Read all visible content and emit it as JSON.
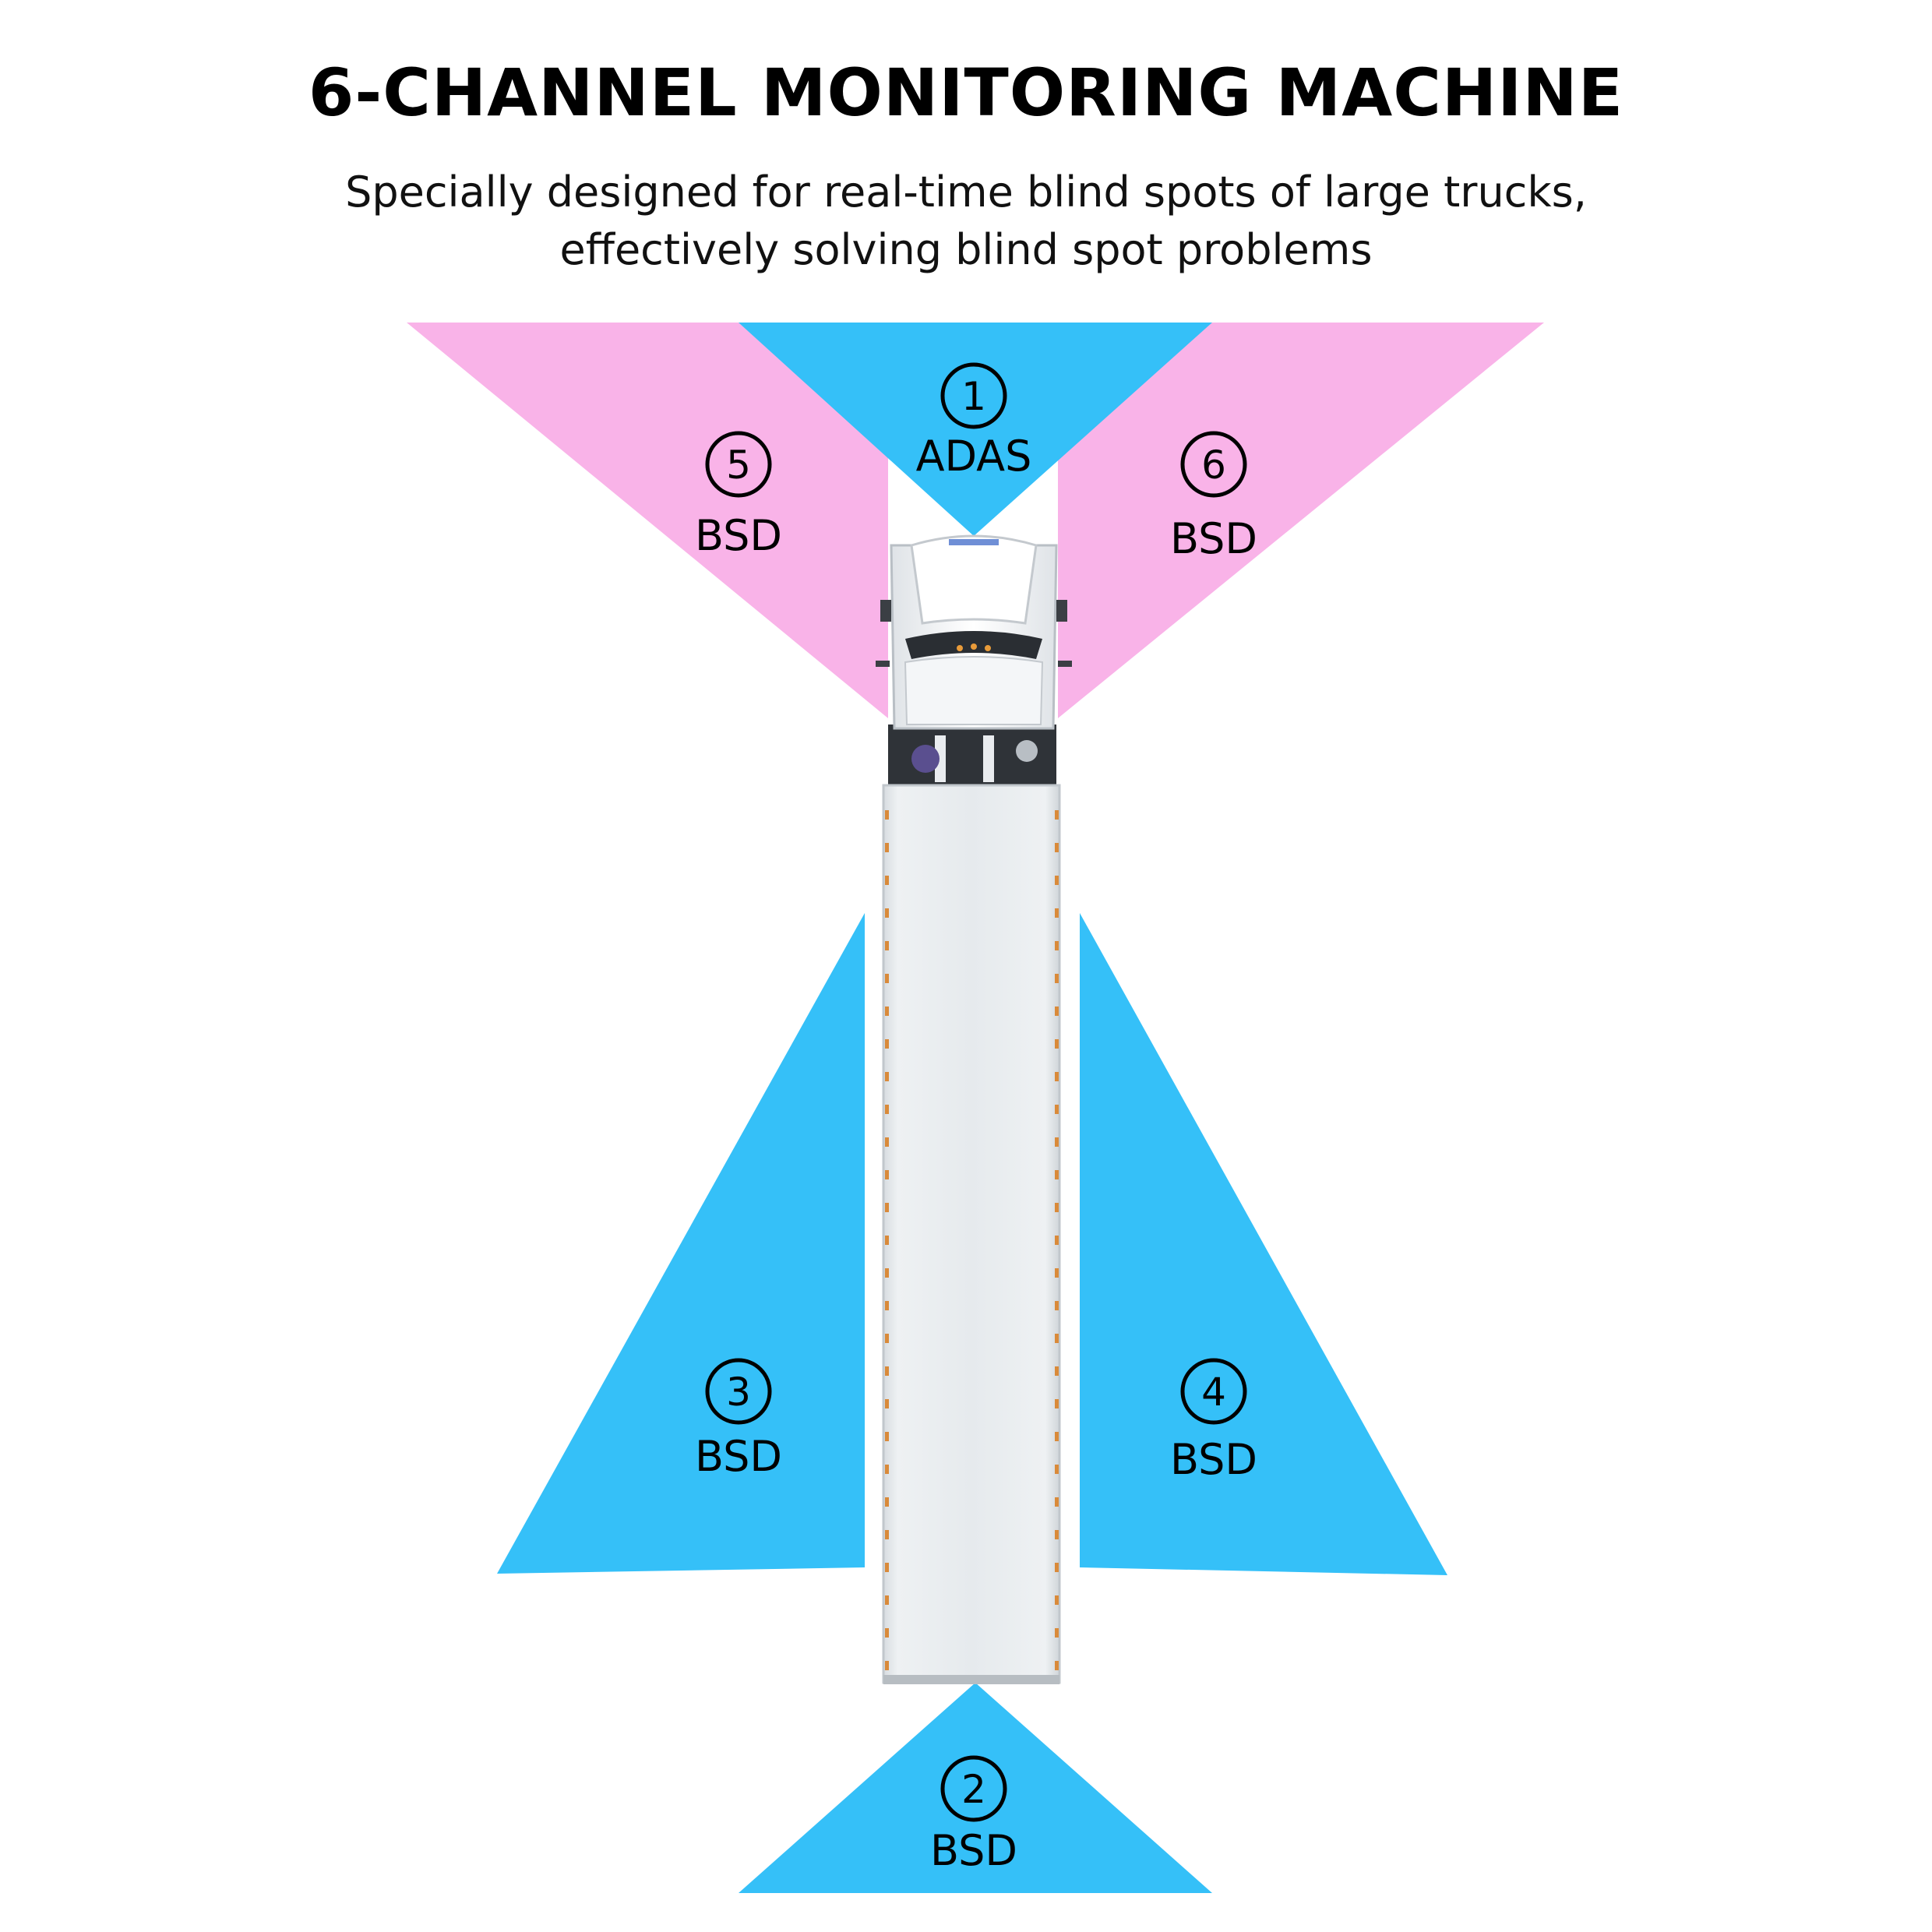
{
  "header": {
    "title": "6-CHANNEL MONITORING MACHINE",
    "subtitle_line1": "Specially designed for real-time blind spots of large trucks,",
    "subtitle_line2": "effectively solving blind spot problems"
  },
  "colors": {
    "adas_zone": "#35C0F8",
    "bsd_side_front": "#F9B3E8",
    "bsd_rear": "#35C0F8",
    "truck_body": "#E8ECEF"
  },
  "zones": [
    {
      "id": "zone-1",
      "number": "1",
      "label": "ADAS"
    },
    {
      "id": "zone-2",
      "number": "2",
      "label": "BSD"
    },
    {
      "id": "zone-3",
      "number": "3",
      "label": "BSD"
    },
    {
      "id": "zone-4",
      "number": "4",
      "label": "BSD"
    },
    {
      "id": "zone-5",
      "number": "5",
      "label": "BSD"
    },
    {
      "id": "zone-6",
      "number": "6",
      "label": "BSD"
    }
  ]
}
